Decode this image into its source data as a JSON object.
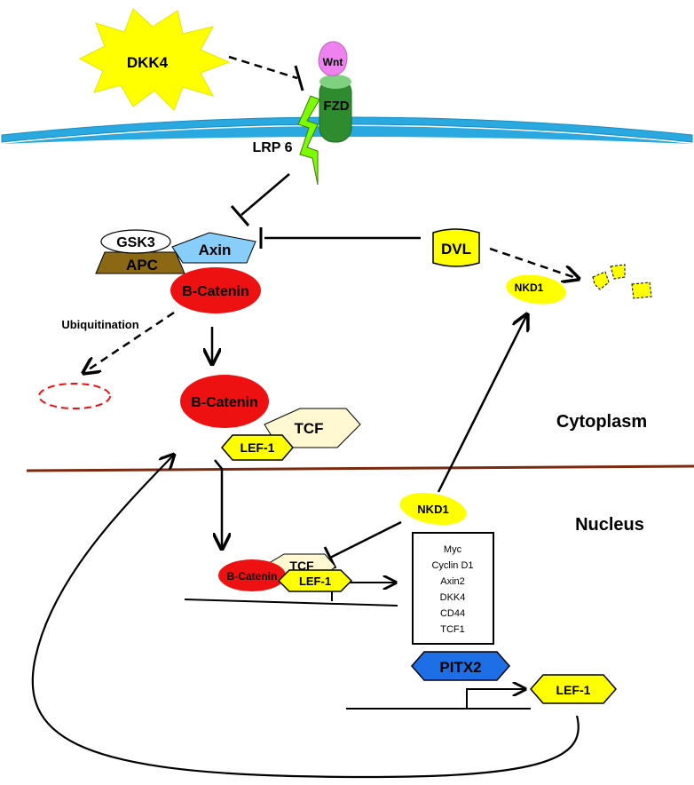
{
  "labels": {
    "dkk4": "DKK4",
    "wnt": "Wnt",
    "fzd": "FZD",
    "lrp6": "LRP 6",
    "gsk3": "GSK3",
    "axin": "Axin",
    "apc": "APC",
    "dvl": "DVL",
    "bcatenin_top": "B-Catenin",
    "ubiquitination": "Ubiquitination",
    "bcatenin_mid": "B-Catenin",
    "tcf_mid": "TCF",
    "lef1_mid": "LEF-1",
    "nkd1_top": "NKD1",
    "cytoplasm": "Cytoplasm",
    "nucleus": "Nucleus",
    "nkd1_nuc": "NKD1",
    "bcatenin_nuc": "B-Catenin",
    "tcf_nuc": "TCF",
    "lef1_nuc": "LEF-1",
    "pitx2": "PITX2",
    "lef1_gene": "LEF-1"
  },
  "target_genes": [
    "Myc",
    "Cyclin D1",
    "Axin2",
    "DKK4",
    "CD44",
    "TCF1"
  ],
  "colors": {
    "membrane": "#29a9e0",
    "nuclear_envelope": "#7b2a10",
    "dkk4_star": "#ffff00",
    "wnt": "#ee82ee",
    "fzd": "#2e8b2e",
    "lrp6": "#7cfc00",
    "axin": "#87cefa",
    "apc": "#8b6914",
    "dvl": "#ffff00",
    "bcatenin": "#ee1111",
    "tcf": "#fff8d0",
    "lef1": "#ffff00",
    "nkd1": "#ffff00",
    "pitx2": "#1e6fe6"
  }
}
